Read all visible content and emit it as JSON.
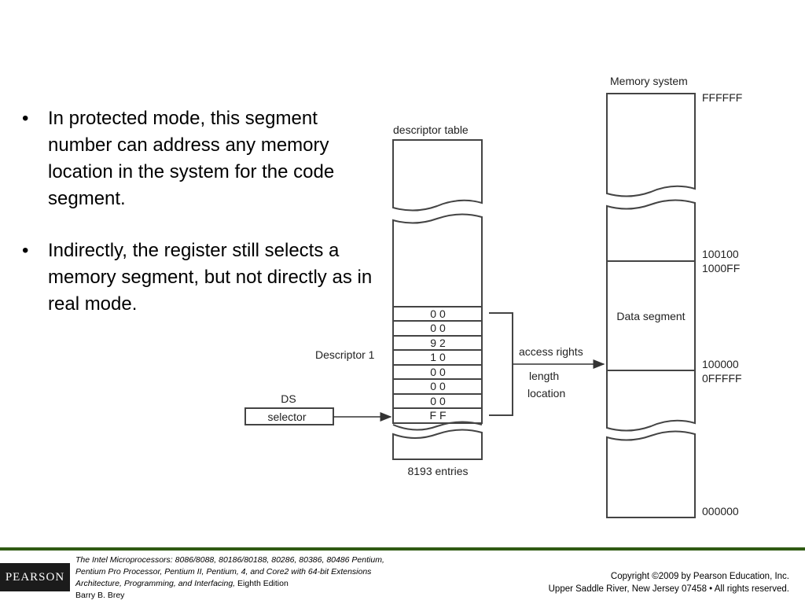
{
  "bullets": [
    "In protected mode, this segment number can address any memory location in the system for the code segment.",
    "Indirectly, the register still selects a memory segment, but not directly as in real mode."
  ],
  "bullet_symbol": "•",
  "diagram": {
    "descriptor_table_label": "descriptor table",
    "descriptor_bytes": [
      "0 0",
      "0 0",
      "9 2",
      "1 0",
      "0 0",
      "0 0",
      "0 0",
      "F F"
    ],
    "descriptor_label": "Descriptor 1",
    "entries_label": "8193 entries",
    "ds_label": "DS",
    "selector_label": "selector",
    "field_labels": [
      "access rights",
      "length",
      "location"
    ],
    "memory_system_label": "Memory system",
    "data_segment_label": "Data segment",
    "addresses": {
      "top": "FFFFFF",
      "seg_end_a": "100100",
      "seg_end_b": "1000FF",
      "seg_start_a": "100000",
      "seg_start_b": "0FFFFF",
      "bottom": "000000"
    }
  },
  "footer": {
    "logo": "PEARSON",
    "book_title": "The Intel Microprocessors:",
    "book_models": " 8086/8088, 80186/80188, 80286, 80386, 80486 Pentium,",
    "book_models2": "Pentium Pro Processor, Pentium II, Pentium, 4, and Core2 with 64-bit Extensions",
    "subtitle": "Architecture, Programming, and Interfacing,",
    "edition": " Eighth Edition",
    "author": "Barry B. Brey",
    "copyright_line1": "Copyright ©2009 by Pearson Education, Inc.",
    "copyright_line2": "Upper Saddle River, New Jersey 07458 • All rights reserved."
  }
}
